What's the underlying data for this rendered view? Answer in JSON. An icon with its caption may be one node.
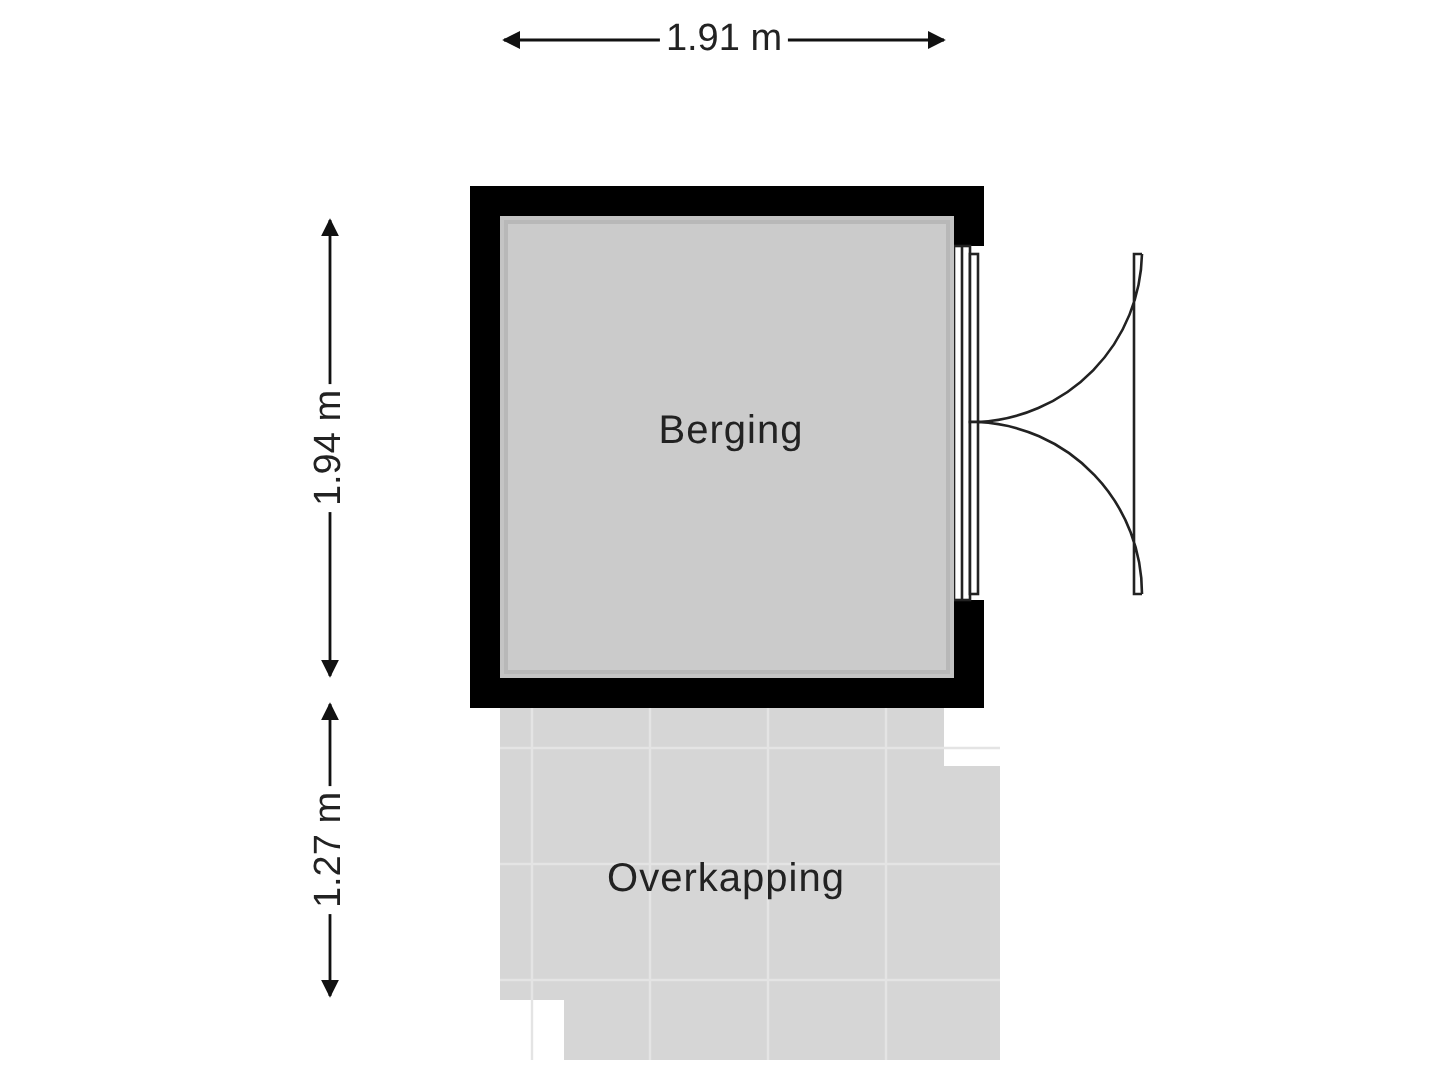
{
  "diagram": {
    "nodes": [
      {
        "text": [
          "Berging"
        ]
      },
      {
        "text": [
          "Overkapping"
        ]
      }
    ],
    "labels": [
      "1.91 m",
      "1.94 m",
      "1.27 m"
    ]
  }
}
